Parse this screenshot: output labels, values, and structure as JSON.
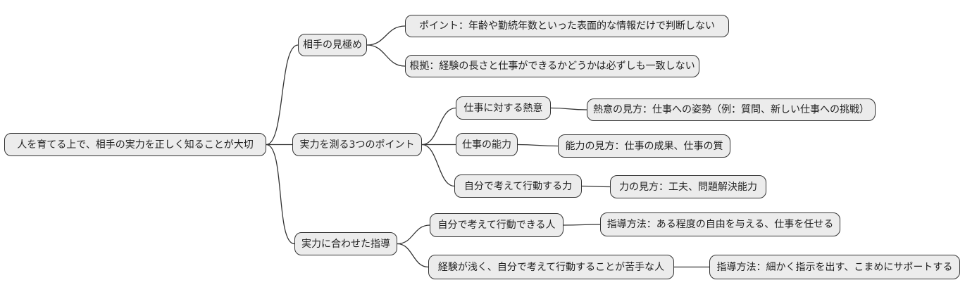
{
  "mindmap": {
    "root": {
      "label": "人を育てる上で、相手の実力を正しく知ることが大切"
    },
    "branches": [
      {
        "label": "相手の見極め",
        "children": [
          {
            "label": "ポイント：年齢や勤続年数といった表面的な情報だけで判断しない"
          },
          {
            "label": "根拠：経験の長さと仕事ができるかどうかは必ずしも一致しない"
          }
        ]
      },
      {
        "label": "実力を測る3つのポイント",
        "children": [
          {
            "label": "仕事に対する熱意",
            "children": [
              {
                "label": "熱意の見方：仕事への姿勢（例：質問、新しい仕事への挑戦）"
              }
            ]
          },
          {
            "label": "仕事の能力",
            "children": [
              {
                "label": "能力の見方：仕事の成果、仕事の質"
              }
            ]
          },
          {
            "label": "自分で考えて行動する力",
            "children": [
              {
                "label": "力の見方：工夫、問題解決能力"
              }
            ]
          }
        ]
      },
      {
        "label": "実力に合わせた指導",
        "children": [
          {
            "label": "自分で考えて行動できる人",
            "children": [
              {
                "label": "指導方法：ある程度の自由を与える、仕事を任せる"
              }
            ]
          },
          {
            "label": "経験が浅く、自分で考えて行動することが苦手な人",
            "children": [
              {
                "label": "指導方法：細かく指示を出す、こまめにサポートする"
              }
            ]
          }
        ]
      }
    ],
    "colors": {
      "background": "#ffffff",
      "node_fill": "#ececec",
      "node_border": "#333333",
      "edge": "#333333",
      "text": "#222222"
    }
  }
}
